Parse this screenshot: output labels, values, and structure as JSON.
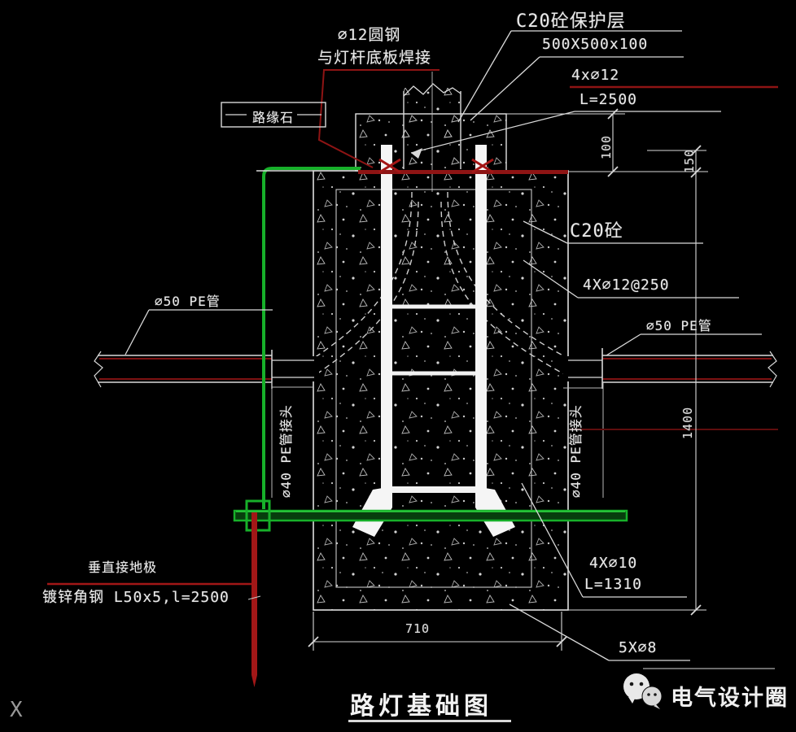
{
  "drawing": {
    "title": "路灯基础图",
    "corner_mark": "X",
    "watermark": "电气设计圈",
    "callouts": {
      "round_bar_line1": "∅12圆钢",
      "round_bar_line2": "与灯杆底板焊接",
      "curb_box": "路缘石",
      "cap_material": "C20砼保护层",
      "cap_size": "500X500x100",
      "anchor_bolts": "4x∅12",
      "anchor_bolts_length": "L=2500",
      "concrete": "C20砼",
      "stirrups": "4X∅12@250",
      "pipe_left": "∅50 PE管",
      "pipe_right": "∅50 PE管",
      "pipe_joint_left": "∅40 PE管接头",
      "pipe_joint_right": "∅40 PE管接头",
      "ground_electrode": "垂直接地极",
      "ground_electrode_spec": "镀锌角钢 L50x5,l=2500",
      "side_bars": "4X∅10",
      "side_bars_length": "L=1310",
      "hoops": "5X∅8"
    },
    "dimensions": {
      "cap_thickness": "100",
      "top_offset": "150",
      "body_height": "1400",
      "body_width": "710"
    },
    "colors": {
      "line": "#d9d9d9",
      "red": "#9a1515",
      "green": "#17b02a",
      "background": "#000000"
    }
  }
}
